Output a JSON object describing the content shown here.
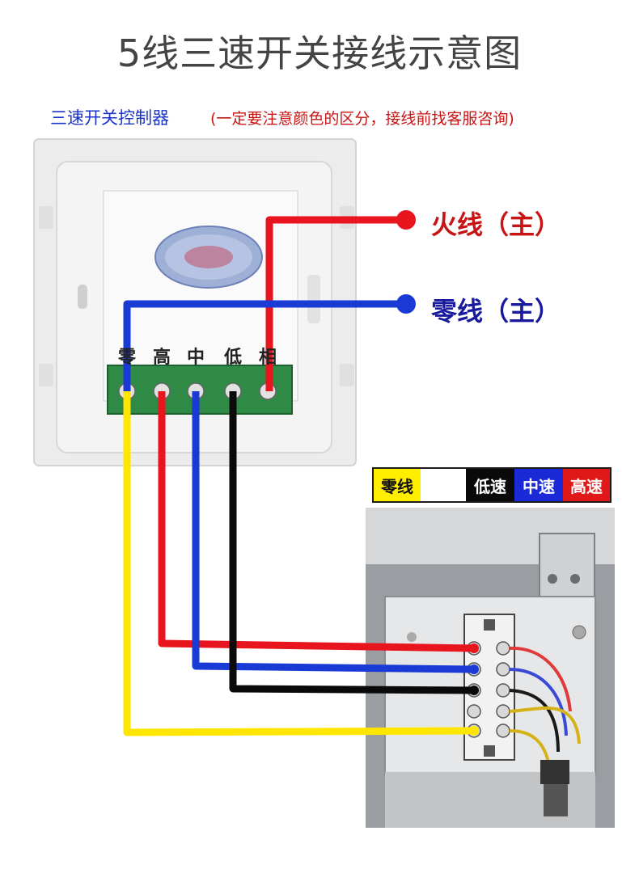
{
  "title": "5线三速开关接线示意图",
  "subtitle": {
    "main": "三速开关控制器",
    "note": "(一定要注意颜色的区分，接线前找客服咨询)"
  },
  "wire_labels": {
    "live": "火线（主）",
    "neutral": "零线（主）"
  },
  "terminal_labels": [
    "零",
    "高",
    "中",
    "低",
    "相"
  ],
  "legend": {
    "items": [
      {
        "label": "零线",
        "bg": "#ffee00",
        "fg": "#111111"
      },
      {
        "label": "",
        "bg": "#ffffff",
        "fg": "#111111"
      },
      {
        "label": "低速",
        "bg": "#0a0a0a",
        "fg": "#ffffff"
      },
      {
        "label": "中速",
        "bg": "#1a2ad6",
        "fg": "#ffffff"
      },
      {
        "label": "高速",
        "bg": "#e01818",
        "fg": "#ffffff"
      }
    ]
  },
  "colors": {
    "live_wire": "#e8141e",
    "neutral_wire": "#1a3ad6",
    "low_wire": "#0a0a0a",
    "medium_wire": "#1a3ad6",
    "high_wire": "#e8141e",
    "neutral_out_wire": "#ffe600",
    "terminal_block": "#2f8a46"
  }
}
